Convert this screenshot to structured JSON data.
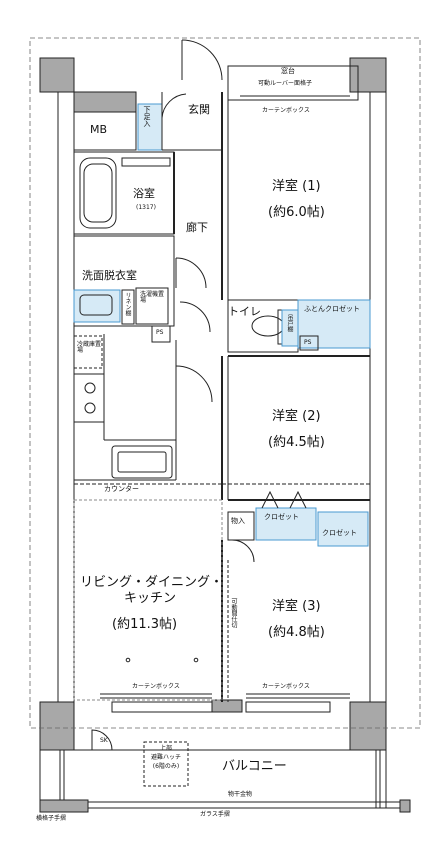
{
  "labels": {
    "madodai": "窓台",
    "louver": "可動ルーバー面格子",
    "curtain_box_top": "カーテンボックス",
    "genkan": "玄関",
    "gesokure": "下足入",
    "mb": "MB",
    "yokushitsu": "浴室",
    "yokushitsu_size": "(1317)",
    "rouka": "廊下",
    "senmen": "洗面脱衣室",
    "linen": "リネン棚",
    "sentakuki": "洗濯機置場",
    "ps1": "PS",
    "ps2": "PS",
    "reizoko": "冷蔵庫置場",
    "toilet": "トイレ",
    "tsuridana": "吊戸棚",
    "futon": "ふとんクロゼット",
    "room1_name": "洋室 (1)",
    "room1_size": "(約6.0帖)",
    "room2_name": "洋室 (2)",
    "room2_size": "(約4.5帖)",
    "counter": "カウンター",
    "monoire": "物入",
    "closet1": "クロゼット",
    "closet2": "クロゼット",
    "ldk_line1": "リビング・ダイニング・",
    "ldk_line2": "キッチン",
    "ldk_size": "(約11.3帖)",
    "kadou": "可動間仕切",
    "room3_name": "洋室 (3)",
    "room3_size": "(約4.8帖)",
    "curtain_box_l": "カーテンボックス",
    "curtain_box_r": "カーテンボックス",
    "sk": "SK",
    "hatch_1": "上部",
    "hatch_2": "避難ハッチ",
    "hatch_3": "(6階のみ)",
    "balcony": "バルコニー",
    "monohoshi": "物干金物",
    "yokogoshi": "横格子手摺",
    "glass": "ガラス手摺"
  },
  "colors": {
    "wall": "#a8a8a8",
    "line": "#222222",
    "closet_fill": "#d6eaf6",
    "closet_line": "#4a9ad0"
  }
}
